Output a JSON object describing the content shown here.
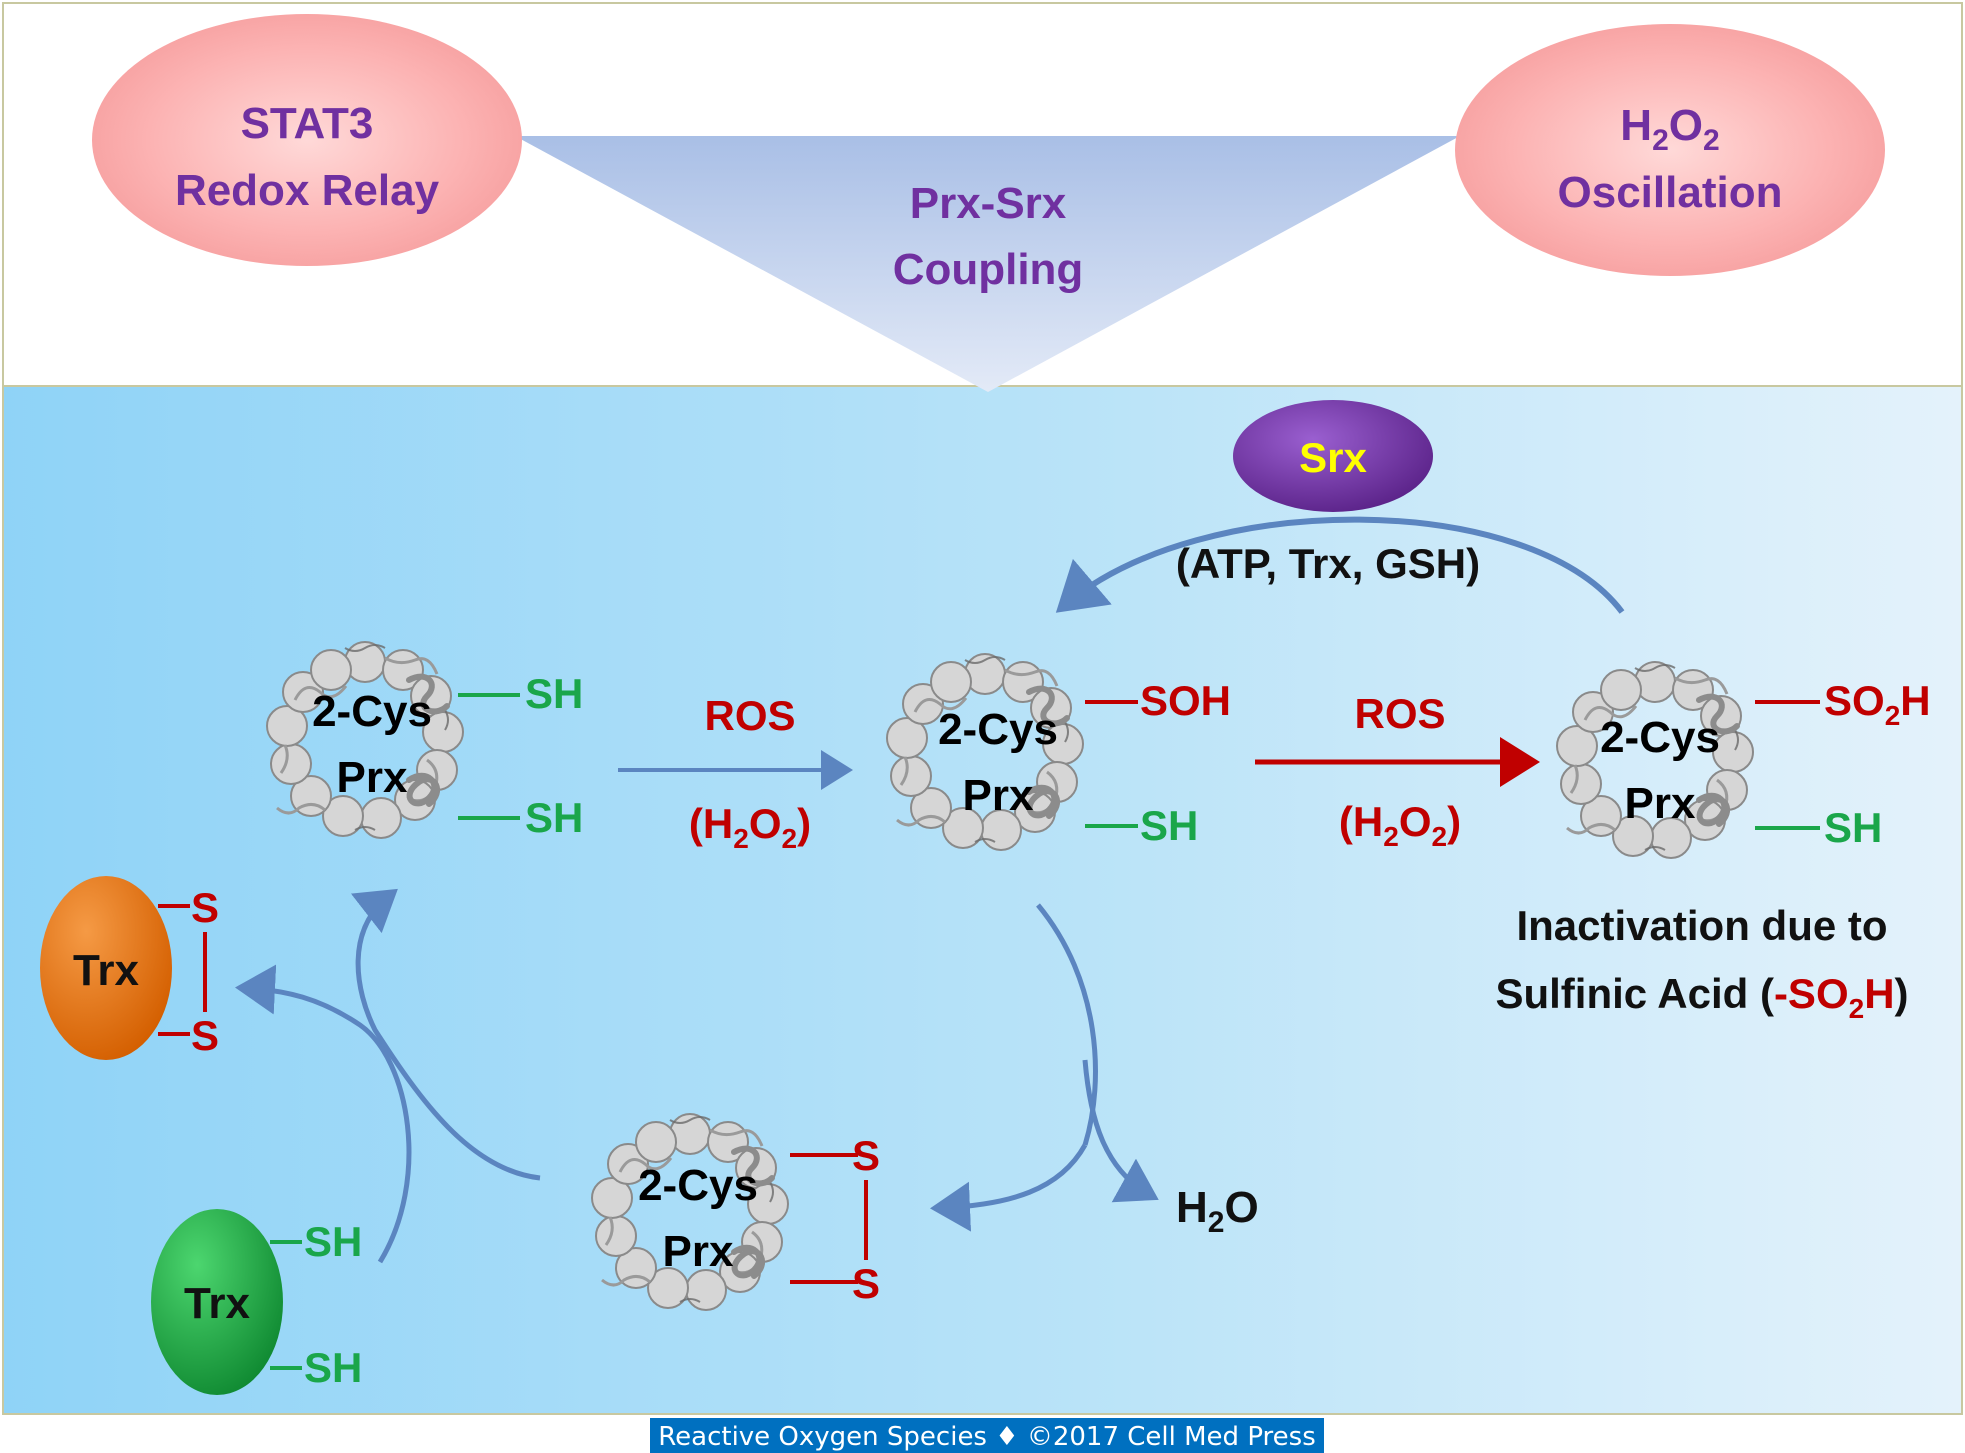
{
  "top": {
    "left_oval": {
      "line1": "STAT3",
      "line2": "Redox Relay"
    },
    "right_oval": {
      "h2o2_H": "H",
      "h2o2_2a": "2",
      "h2o2_O": "O",
      "h2o2_2b": "2",
      "line2": "Oscillation"
    },
    "triangle": {
      "line1": "Prx-Srx",
      "line2": "Coupling"
    }
  },
  "srx": {
    "label": "Srx",
    "cofactors": "(ATP, Trx, GSH)"
  },
  "prx": {
    "line1": "2-Cys",
    "line2": "Prx",
    "reduced": {
      "top": "SH",
      "bottom": "SH"
    },
    "sulfenic": {
      "top": "SOH",
      "bottom": "SH"
    },
    "sulfinic": {
      "top_main": "SO",
      "top_sub": "2",
      "top_end": "H",
      "bottom": "SH"
    },
    "disulfide": {
      "top": "S",
      "bottom": "S"
    }
  },
  "arrows": {
    "ros_label": "ROS",
    "h2o2_open": "(H",
    "h2o2_sub1": "2",
    "h2o2_mid": "O",
    "h2o2_sub2": "2",
    "h2o2_close": ")"
  },
  "inactivation": {
    "line1": "Inactivation due to",
    "line2_prefix": "Sulfinic Acid (",
    "line2_red": "-SO",
    "line2_sub": "2",
    "line2_red_end": "H",
    "line2_close": ")"
  },
  "water": {
    "H": "H",
    "sub": "2",
    "O": "O"
  },
  "trx_ox": {
    "label": "Trx",
    "s_top": "S",
    "s_bottom": "S"
  },
  "trx_red": {
    "label": "Trx",
    "sh_top": "SH",
    "sh_bottom": "SH"
  },
  "caption": "Reactive Oxygen Species ♦ ©2017 Cell Med Press",
  "colors": {
    "green": "#1aa64a",
    "red": "#c00000",
    "purple": "#7030a0",
    "arrow_blue": "#5b85c0",
    "srx_fill": "#6a2fa0",
    "srx_text": "#ffff00",
    "trx_orange": "#e36c0a",
    "trx_green": "#17a83f",
    "caption_bg": "#0070c0"
  }
}
